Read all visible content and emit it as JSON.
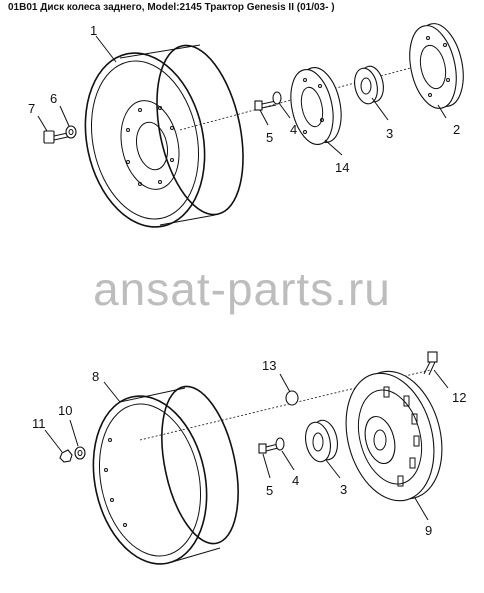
{
  "title": "01B01 Диск колеса заднего, Model:2145 Трактор Genesis II (01/03- )",
  "watermark": "ansat-parts.ru",
  "callouts": {
    "c1": "1",
    "c2": "2",
    "c3_top": "3",
    "c4_top": "4",
    "c5_top": "5",
    "c6": "6",
    "c7": "7",
    "c14": "14",
    "c8": "8",
    "c9": "9",
    "c10": "10",
    "c11": "11",
    "c12": "12",
    "c13": "13",
    "c3_bot": "3",
    "c4_bot": "4",
    "c5_bot": "5"
  }
}
